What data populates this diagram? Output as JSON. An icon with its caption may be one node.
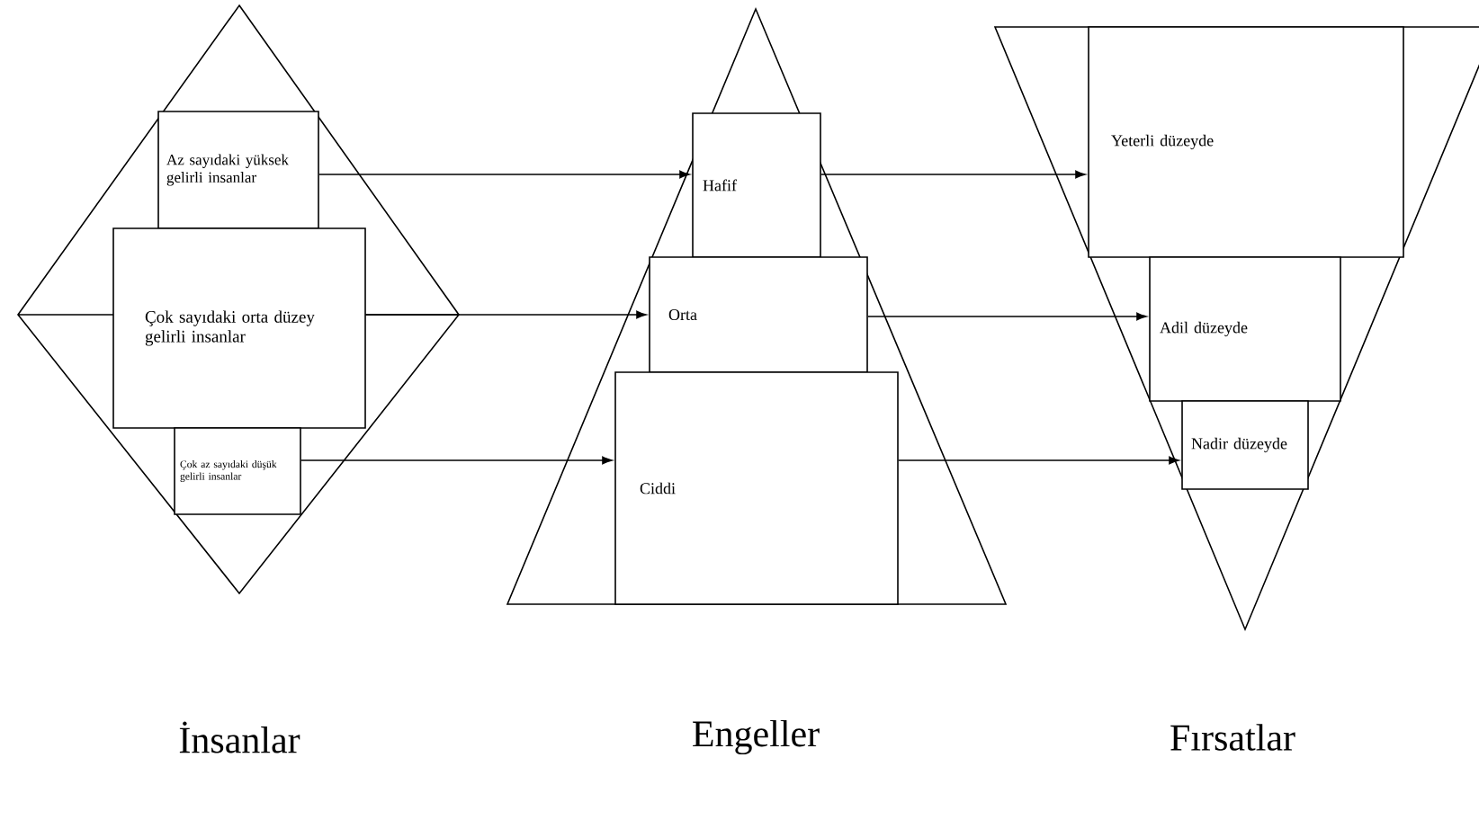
{
  "diagram": {
    "nodes": [
      {
        "text": [
          "Az sayıdaki yüksek gelirli insanlar"
        ]
      },
      {
        "text": [
          "Çok sayıdaki orta düzey gelirli insanlar"
        ]
      },
      {
        "text": [
          "Çok az sayıdaki düşük gelirli insanlar"
        ]
      },
      {
        "text": [
          "Hafif"
        ]
      },
      {
        "text": [
          "Orta"
        ]
      },
      {
        "text": [
          "Ciddi"
        ]
      },
      {
        "text": [
          "Yeterli düzeyde"
        ]
      },
      {
        "text": [
          "Adil düzeyde"
        ]
      },
      {
        "text": [
          "Nadir düzeyde"
        ]
      }
    ],
    "edges": [
      {
        "from": 0,
        "to": 3,
        "arrow": "to"
      },
      {
        "from": 1,
        "to": 4,
        "arrow": "to"
      },
      {
        "from": 2,
        "to": 5,
        "arrow": "to"
      },
      {
        "from": 3,
        "to": 6,
        "arrow": "to"
      },
      {
        "from": 4,
        "to": 7,
        "arrow": "to"
      },
      {
        "from": 5,
        "to": 8,
        "arrow": "to"
      }
    ],
    "labels": [
      "İnsanlar",
      "Engeller",
      "Fırsatlar"
    ]
  }
}
